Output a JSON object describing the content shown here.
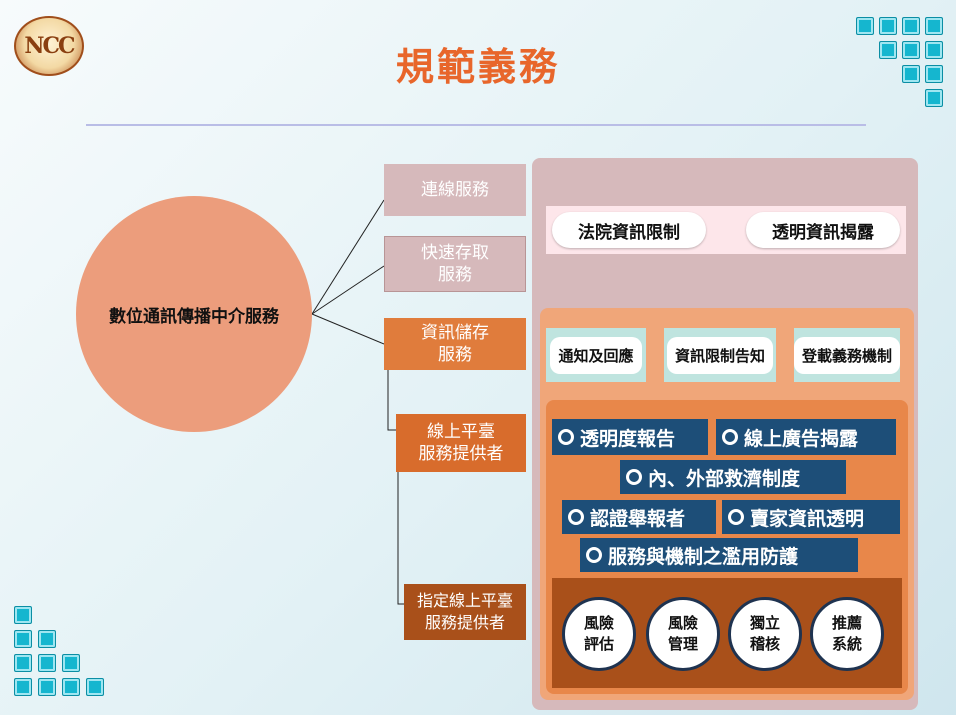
{
  "title": "規範義務",
  "center": "數位通訊傳播中介服務",
  "categories": [
    {
      "name": "cat-connection-service",
      "label": "連線服務"
    },
    {
      "name": "cat-caching-service",
      "label": "快速存取\n服務"
    },
    {
      "name": "cat-hosting-service",
      "label": "資訊儲存\n服務"
    },
    {
      "name": "cat-online-platform",
      "label": "線上平臺\n服務提供者"
    },
    {
      "name": "cat-designated-platform",
      "label": "指定線上平臺\n服務提供者"
    }
  ],
  "level1": [
    "法院資訊限制",
    "透明資訊揭露"
  ],
  "level2": [
    "通知及回應",
    "資訊限制告知",
    "登載義務機制"
  ],
  "level3": [
    "透明度報告",
    "線上廣告揭露",
    "內、外部救濟制度",
    "認證舉報者",
    "賣家資訊透明",
    "服務與機制之濫用防護"
  ],
  "level4": [
    "風險\n評估",
    "風險\n管理",
    "獨立\n稽核",
    "推薦\n系統"
  ],
  "colors": {
    "title": "#e8662b",
    "accent_blue": "#1d4e78",
    "squares": "#15b6cf"
  }
}
